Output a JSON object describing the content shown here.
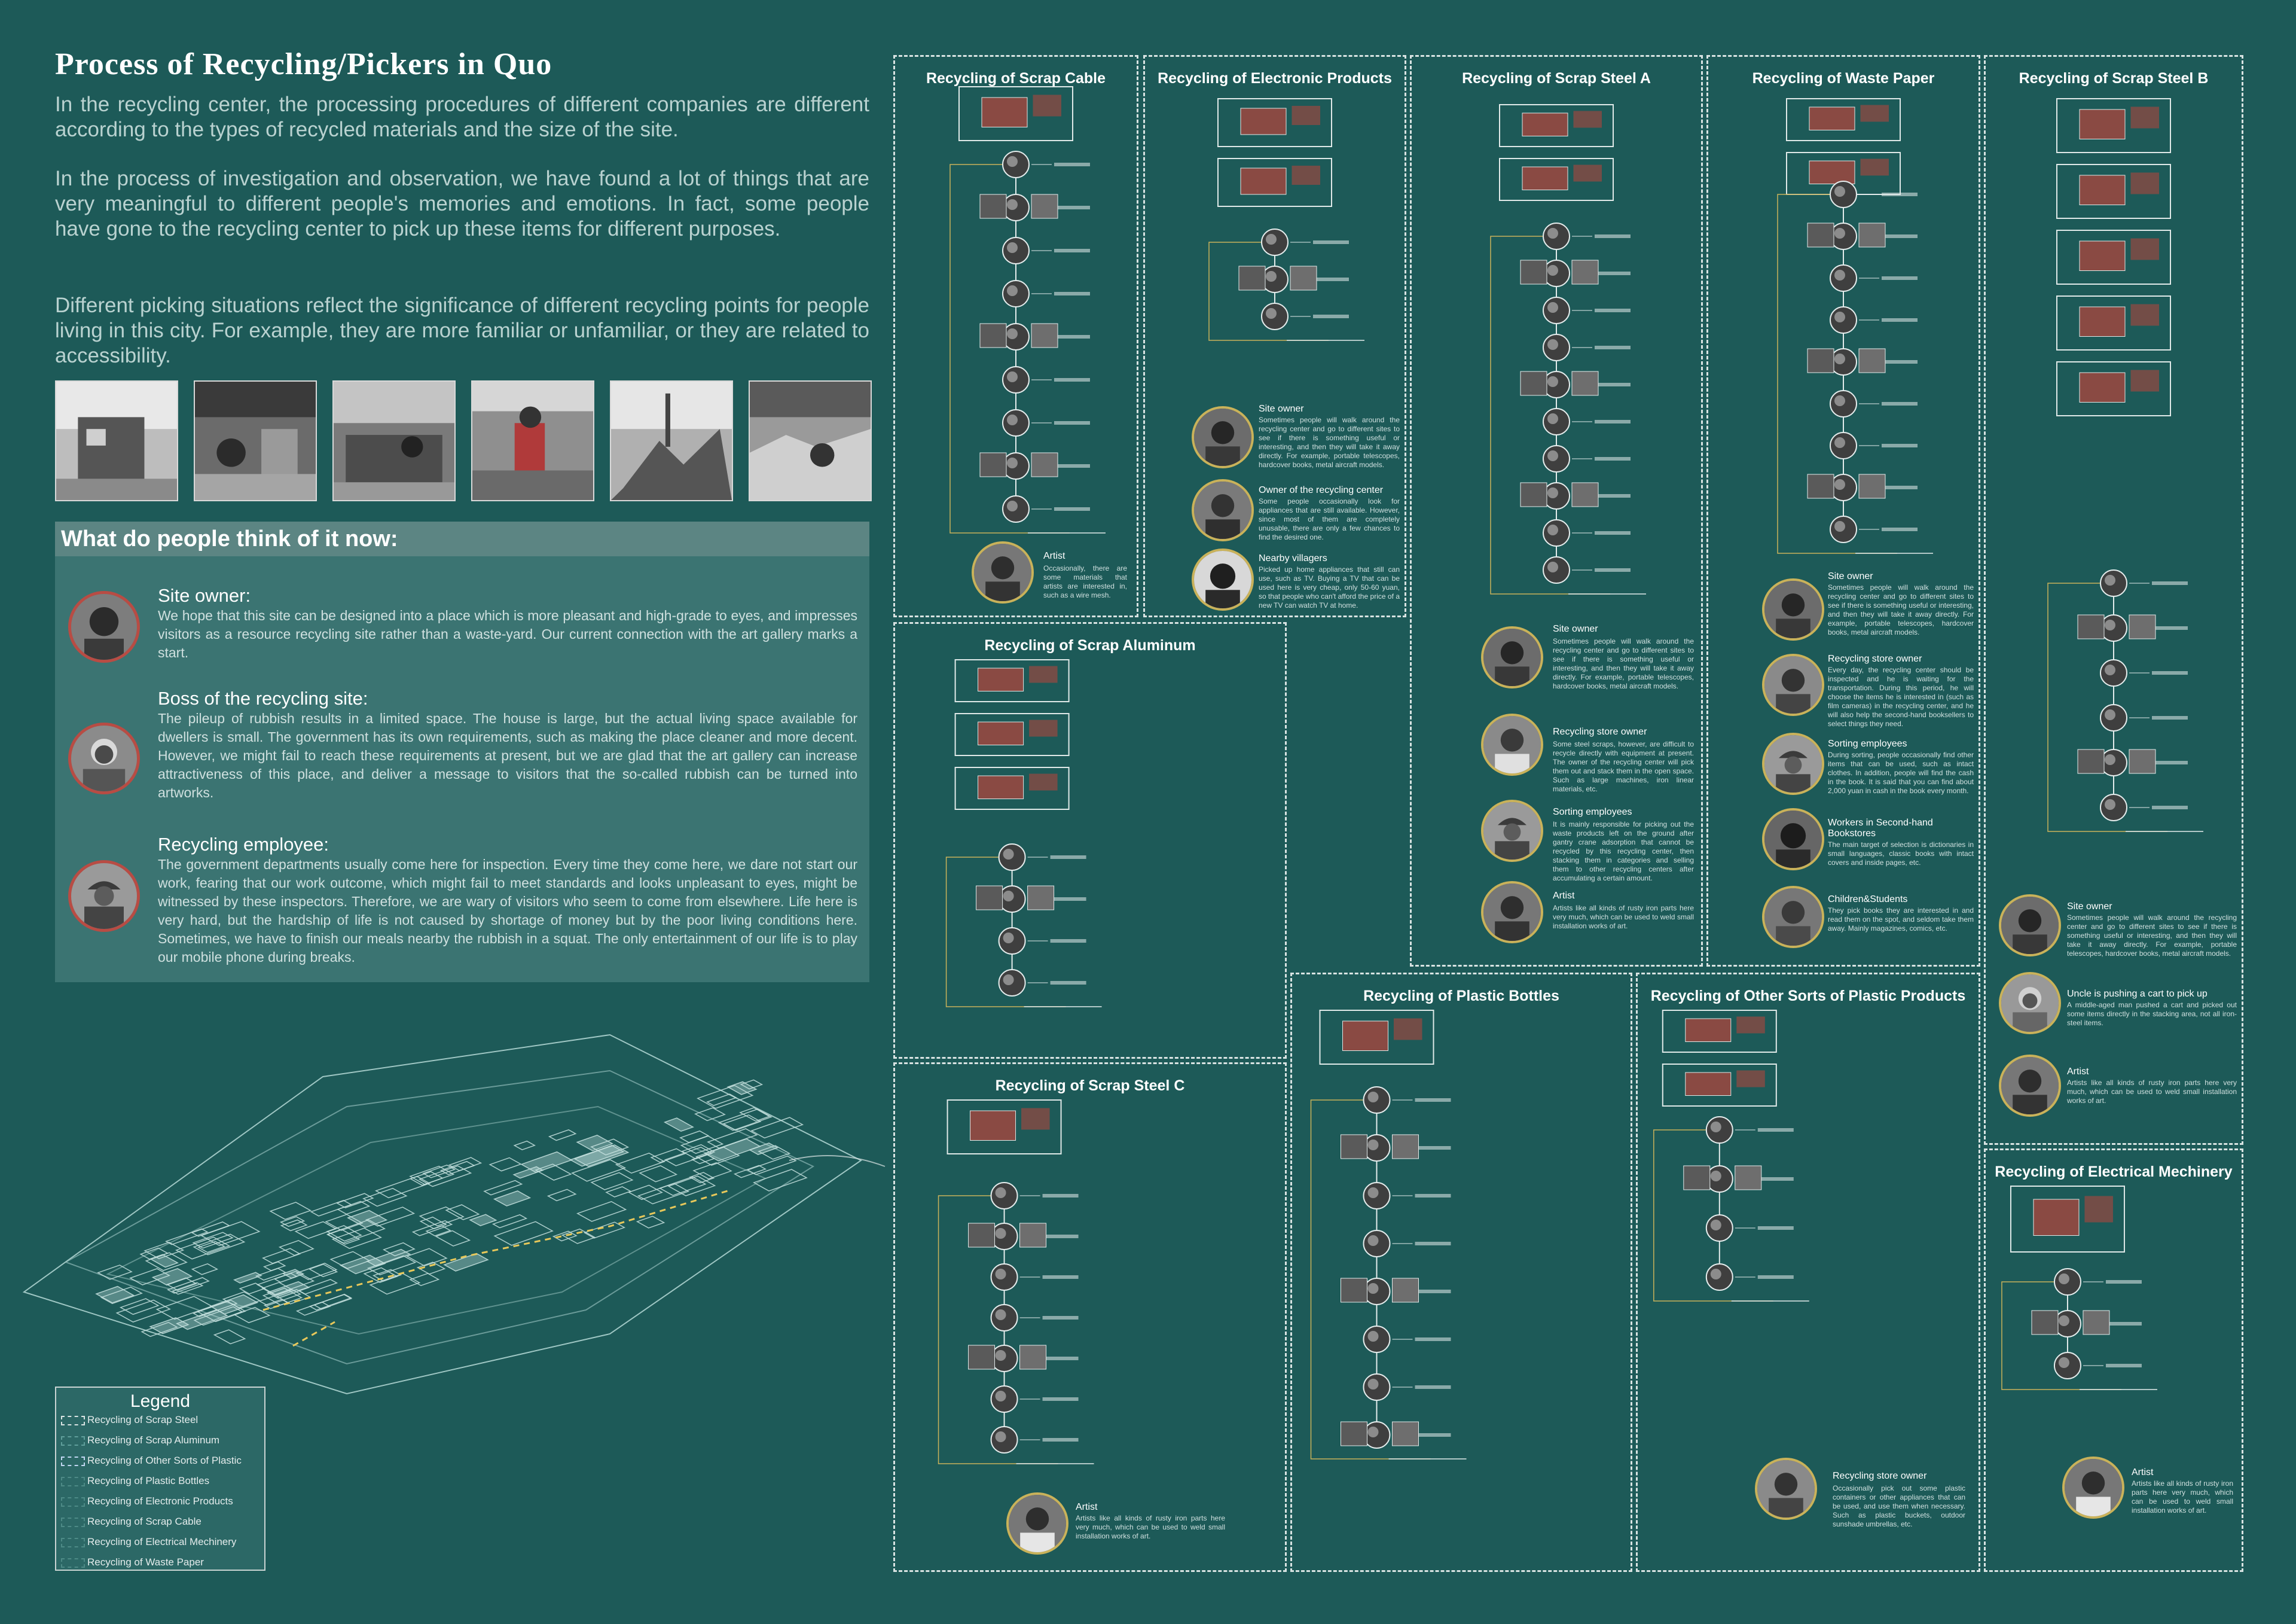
{
  "title": "Process of Recycling/Pickers in Quo",
  "intro": [
    "In the recycling center, the processing procedures of different companies are different according to the types of recycled materials and the size of the site.",
    "In the process of investigation and observation, we have found a lot of things that are very meaningful to different people's memories and emotions. In fact, some people have gone to the recycling center to pick up these items for different purposes.",
    "Different picking situations reflect the significance of different recycling points for people living in this city. For example, they are more familiar or unfamiliar, or they are related to accessibility."
  ],
  "people_heading": "What do people think of it now:",
  "people": [
    {
      "name": "Site owner:",
      "text": "We hope that this site can be designed into a place which is more pleasant and high-grade to eyes, and impresses visitors as a resource recycling site rather than a waste-yard. Our current connection with the art gallery marks a start."
    },
    {
      "name": "Boss of the recycling site:",
      "text": "The pileup of rubbish results in a limited space. The house is large, but the actual living space available for dwellers is small. The government has its own requirements, such as making the place cleaner and more decent. However, we might fail to reach these requirements at present, but we are glad that the art gallery can increase attractiveness of this place, and deliver a message to visitors that the so-called rubbish can be turned into artworks."
    },
    {
      "name": "Recycling employee:",
      "text": "The government departments usually come here for inspection. Every time they come here, we dare not start our work, fearing that our work outcome, which might fail to meet standards and looks unpleasant to eyes, might be witnessed by these inspectors. Therefore, we are wary of visitors who seem to come from elsewhere. Life here is very hard, but the hardship of life is not caused by shortage of money but by the poor living conditions here. Sometimes, we have to finish our meals nearby the rubbish in a squat. The only entertainment of our life is to play our mobile phone during breaks."
    }
  ],
  "panels": [
    {
      "title": "Recycling of Scrap Cable",
      "persons": [
        {
          "name": "Artist",
          "text": "Occasionally, there are some materials that artists are interested in, such as a wire mesh."
        }
      ]
    },
    {
      "title": "Recycling of Electronic Products",
      "persons": [
        {
          "name": "Site owner",
          "text": "Sometimes people will walk around the recycling center and go to different sites to see if there is something useful or interesting, and then they will take it away directly. For example, portable telescopes, hardcover books, metal aircraft models."
        },
        {
          "name": "Owner of the recycling center",
          "text": "Some people occasionally look for appliances that are still available. However, since most of them are completely unusable, there are only a few chances to find the desired one."
        },
        {
          "name": "Nearby villagers",
          "text": "Picked up home appliances that still can use, such as TV. Buying a TV that can be used here is very cheap, only 50-60 yuan, so that people who can't afford the price of a new TV can watch TV at home."
        }
      ]
    },
    {
      "title": "Recycling of Scrap Steel  A",
      "persons": [
        {
          "name": "Site owner",
          "text": "Sometimes people will walk around the recycling center and go to different sites to see if there is something useful or interesting, and then they will take it away directly. For example, portable telescopes, hardcover books, metal aircraft models."
        },
        {
          "name": "Recycling store owner",
          "text": "Some steel scraps, however, are difficult to recycle directly with equipment at present. The owner of the recycling center will pick them out and stack them in the open space. Such as large machines, iron linear materials, etc."
        },
        {
          "name": "Sorting employees",
          "text": "It is mainly responsible for picking out the waste products left on the ground after gantry crane adsorption that cannot be recycled by this recycling center, then stacking them in categories and selling them to other recycling centers after accumulating a certain amount."
        },
        {
          "name": "Artist",
          "text": "Artists like all kinds of rusty iron parts here very much, which can be used to weld small installation works of art."
        }
      ]
    },
    {
      "title": "Recycling of Waste Paper",
      "persons": [
        {
          "name": "Site owner",
          "text": "Sometimes people will walk around the recycling center and go to different sites to see if there is something useful or interesting, and then they will take it away directly. For example, portable telescopes, hardcover books, metal aircraft models."
        },
        {
          "name": "Recycling store owner",
          "text": "Every day, the recycling center should be inspected and he is waiting for the transportation. During this period, he will choose the items he is interested in (such as film cameras) in the recycling center, and he will also help the second-hand booksellers to select things they need."
        },
        {
          "name": "Sorting employees",
          "text": "During sorting, people occasionally find other items that can be used, such as intact clothes. In addition, people will find the cash in the book. It is said that you can find about 2,000 yuan in cash in the book every month."
        },
        {
          "name": "Workers in Second-hand Bookstores",
          "text": "The main target of selection is dictionaries in small languages, classic books with intact covers and inside pages, etc."
        },
        {
          "name": "Children&Students",
          "text": "They pick books they are interested in and read them on the spot, and seldom take them away. Mainly magazines, comics, etc."
        }
      ]
    },
    {
      "title": "Recycling of Scrap Steel  B",
      "persons": [
        {
          "name": "Site owner",
          "text": "Sometimes people will walk around the recycling center and go to different sites to see if there is something useful or interesting, and then they will take it away directly. For example, portable telescopes, hardcover books, metal aircraft models."
        },
        {
          "name": "Uncle is pushing a cart to pick up",
          "text": "A middle-aged man pushed a cart and picked out some items directly in the stacking area, not all iron-steel items."
        },
        {
          "name": "Artist",
          "text": "Artists like all kinds of rusty iron parts here very much, which can be used to weld small installation works of art."
        }
      ]
    },
    {
      "title": "Recycling of Scrap Aluminum",
      "persons": []
    },
    {
      "title": "Recycling of Scrap Steel  C",
      "persons": [
        {
          "name": "Artist",
          "text": "Artists like all kinds of rusty iron parts here very much, which can be used to weld small installation works of art."
        }
      ]
    },
    {
      "title": "Recycling of Plastic Bottles",
      "persons": []
    },
    {
      "title": "Recycling of Other Sorts of Plastic Products",
      "persons": [
        {
          "name": "Recycling store owner",
          "text": "Occasionally pick out some plastic containers or other appliances that can be used, and use them when necessary. Such as plastic buckets, outdoor sunshade umbrellas, etc."
        }
      ]
    },
    {
      "title": "Recycling of Electrical Mechinery",
      "persons": [
        {
          "name": "Artist",
          "text": "Artists like all kinds of rusty iron parts here very much, which can be used to weld small installation works of art."
        }
      ]
    }
  ],
  "legend": {
    "title": "Legend",
    "items": [
      "Recycling of Scrap Steel",
      "Recycling of Scrap Aluminum",
      "Recycling of Other Sorts of Plastic",
      "Recycling of Plastic Bottles",
      "Recycling of Electronic Products",
      "Recycling of Scrap Cable",
      "Recycling of Electrical Mechinery",
      "Recycling of Waste Paper"
    ]
  },
  "colors": {
    "background": "#1d5a58",
    "accent": "#b84c44",
    "line": "#c9b25a"
  }
}
